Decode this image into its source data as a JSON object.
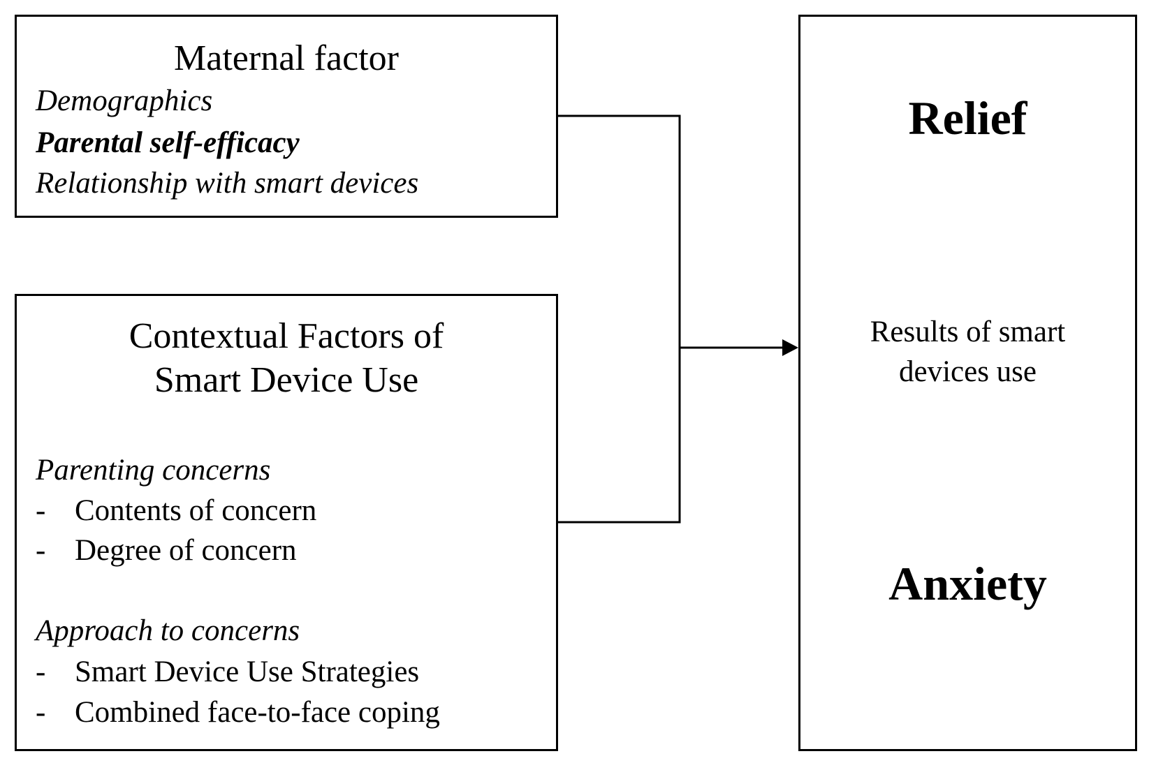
{
  "maternal": {
    "title": "Maternal factor",
    "items": [
      "Demographics",
      "Parental self-efficacy",
      "Relationship with smart devices"
    ]
  },
  "context": {
    "title_line1": "Contextual Factors of",
    "title_line2": "Smart Device Use",
    "groups": [
      {
        "heading": "Parenting concerns",
        "items": [
          "Contents of concern",
          "Degree of concern"
        ]
      },
      {
        "heading": "Approach to concerns",
        "items": [
          "Smart Device Use Strategies",
          "Combined face-to-face coping"
        ]
      }
    ]
  },
  "results": {
    "top": "Relief",
    "label_line1": "Results of smart",
    "label_line2": "devices use",
    "bottom": "Anxiety"
  },
  "colors": {
    "line": "#000000",
    "arrow": "#808080"
  }
}
